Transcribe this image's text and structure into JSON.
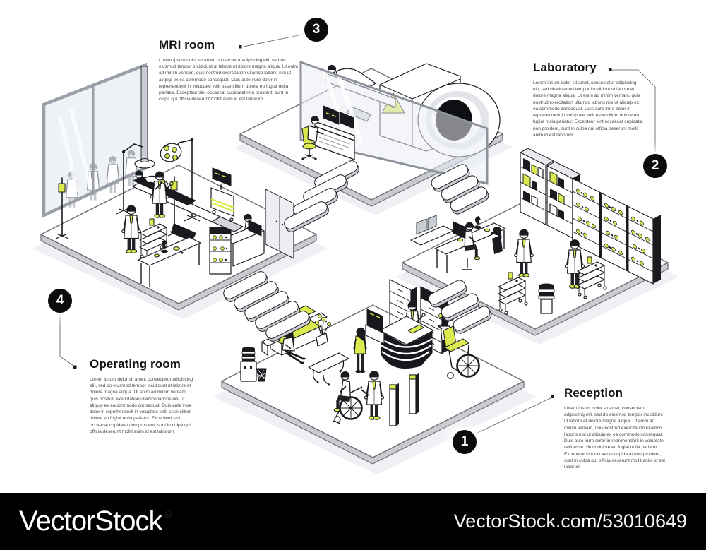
{
  "colors": {
    "accent": "#d9e94e",
    "outline": "#1a1b1f",
    "platform_edge": "#6b6e75",
    "shadow": "#eef0f3",
    "watermark_bar": "#000000"
  },
  "callouts": {
    "reception": {
      "number": "1",
      "title": "Reception",
      "text": "Lorem ipsum dolor sit amet, consectetur adipiscing elit, sed do eiusmod tempor incididunt ut labore et dolore magna aliqua. Ut enim ad minim veniam, quis nostrud exercitation ullamco laboris nisi ut aliquip ex ea commodo consequat. Duis aute irure dolor in reprehenderit in voluptate velit esse cillum dolore eu fugiat nulla pariatur. Excepteur sint occaecat cupidatat non proident, sunt in culpa qui officia deserunt mollit anim id est laborum"
    },
    "laboratory": {
      "number": "2",
      "title": "Laboratory",
      "text": "Lorem ipsum dolor sit amet, consectetur adipiscing elit, sed do eiusmod tempor incididunt ut labore et dolore magna aliqua. Ut enim ad minim veniam, quis nostrud exercitation ullamco laboris nisi ut aliquip ex ea commodo consequat. Duis aute irure dolor in reprehenderit in voluptate velit esse cillum dolore eu fugiat nulla pariatur. Excepteur sint occaecat cupidatat non proident, sunt in culpa qui officia deserunt mollit anim id est laborum"
    },
    "mri_room": {
      "number": "3",
      "title": "MRI room",
      "text": "Lorem ipsum dolor sit amet, consectetur adipiscing elit, sed do eiusmod tempor incididunt ut labore et dolore magna aliqua. Ut enim ad minim veniam, quis nostrud exercitation ullamco laboris nisi ut aliquip ex ea commodo consequat. Duis aute irure dolor in reprehenderit in voluptate velit esse cillum dolore eu fugiat nulla pariatur. Excepteur sint occaecat cupidatat non proident, sunt in culpa qui officia deserunt mollit anim id est laborum"
    },
    "operating_room": {
      "number": "4",
      "title": "Operating room",
      "text": "Lorem ipsum dolor sit amet, consectetur adipiscing elit, sed do eiusmod tempor incididunt ut labore et dolore magna aliqua. Ut enim ad minim veniam, quis nostrud exercitation ullamco laboris nisi ut aliquip ex ea commodo consequat. Duis aute irure dolor in reprehenderit in voluptate velit esse cillum dolore eu fugiat nulla pariatur. Excepteur sint occaecat cupidatat non proident, sunt in culpa qui officia deserunt mollit anim id est laborum"
    }
  },
  "watermark": {
    "brand": "VectorStock",
    "registered": "®",
    "url": "VectorStock.com/53010649"
  }
}
